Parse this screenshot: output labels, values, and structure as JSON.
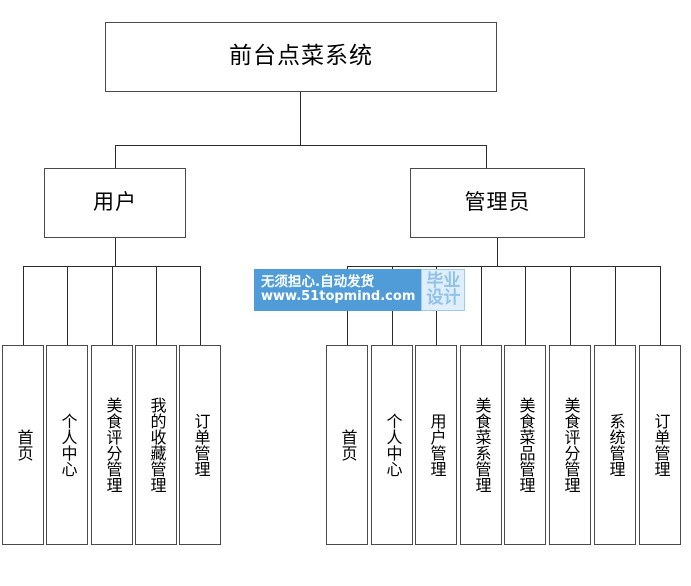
{
  "diagram": {
    "type": "tree",
    "title": "前台点菜系统",
    "root": {
      "label": "前台点菜系统"
    },
    "branches": [
      {
        "id": "user",
        "label": "用户",
        "leaves": [
          {
            "label": "首页"
          },
          {
            "label": "个人中心"
          },
          {
            "label": "美食评分管理"
          },
          {
            "label": "我的收藏管理"
          },
          {
            "label": "订单管理"
          }
        ]
      },
      {
        "id": "admin",
        "label": "管理员",
        "leaves": [
          {
            "label": "首页"
          },
          {
            "label": "个人中心"
          },
          {
            "label": "用户管理"
          },
          {
            "label": "美食菜系管理"
          },
          {
            "label": "美食菜品管理"
          },
          {
            "label": "美食评分管理"
          },
          {
            "label": "系统管理"
          },
          {
            "label": "订单管理"
          }
        ]
      }
    ]
  },
  "watermark": {
    "line1": "无须担心.自动发货",
    "line2": "www.51topmind.com",
    "badge_line1": "毕业",
    "badge_line2": "设计",
    "background_color": "#4f9cd8",
    "badge_background_color": "#dfeefb",
    "badge_text_color": "#8fc2e6"
  },
  "colors": {
    "page_background": "#ffffff",
    "box_border": "#4a4a4a",
    "connector": "#2b2b2b",
    "text": "#000000"
  }
}
